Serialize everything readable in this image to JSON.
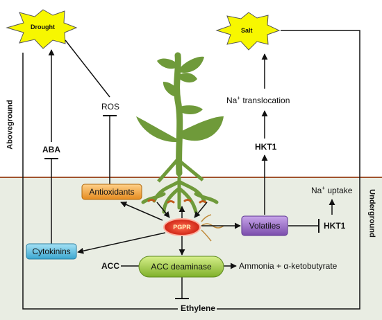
{
  "stressors": {
    "drought": "Drought",
    "salt": "Salt"
  },
  "zones": {
    "above": "Aboveground",
    "under": "Underground"
  },
  "nodes": {
    "ros": "ROS",
    "aba": "ABA",
    "na_translocation": "Na",
    "na_translocation_suffix": " translocation",
    "hkt1_upper": "HKT1",
    "antioxidants": "Antioxidants",
    "pgpr": "PGPR",
    "volatiles": "Volatiles",
    "na_uptake": "Na",
    "na_uptake_suffix": " uptake",
    "hkt1_lower": "HKT1",
    "cytokinins": "Cytokinins",
    "acc": "ACC",
    "acc_deaminase": "ACC deaminase",
    "products": "Ammonia + α-ketobutyrate",
    "ethylene": "Ethylene"
  },
  "colors": {
    "ground": "#e8ece2",
    "ground_line": "#a0522d",
    "star": "#f7f700",
    "antioxidants": "#f0a53a",
    "pgpr": "#e0301e",
    "volatiles": "#9a6cc8",
    "cytokinins": "#5bbfe0",
    "acc_deaminase": "#9ecb3c",
    "plant": "#6f9a3a"
  }
}
